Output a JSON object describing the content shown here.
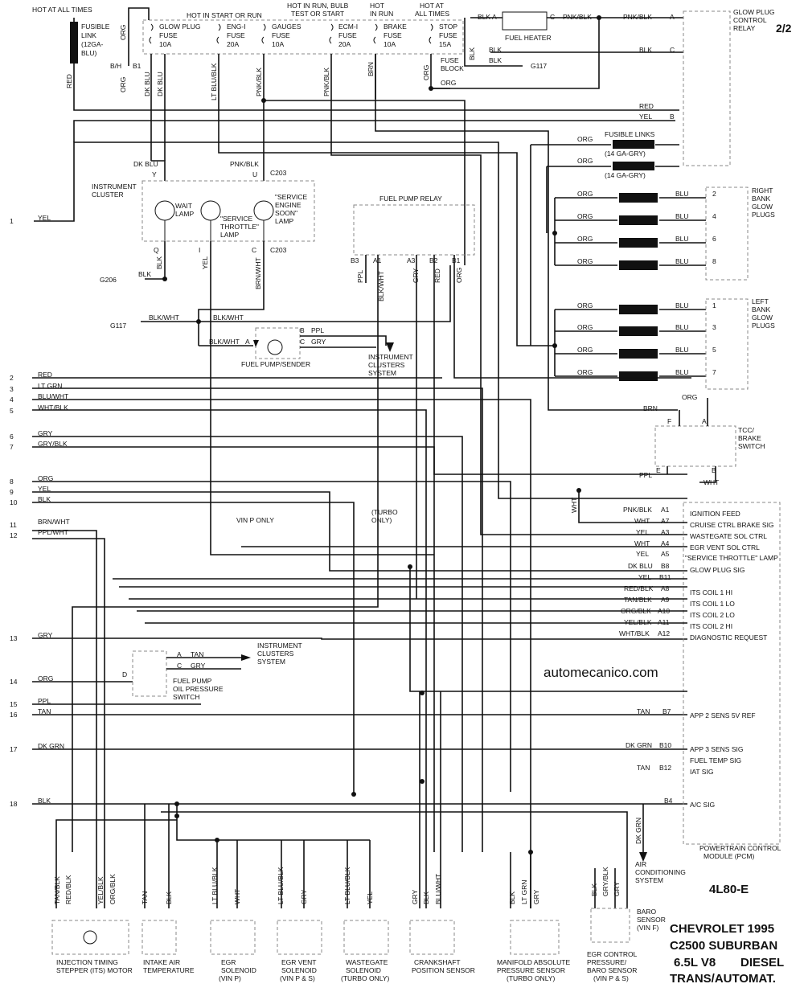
{
  "page_indicator": "2/2",
  "watermark": "automecanico.com",
  "top": {
    "hot_all_times": "HOT AT ALL TIMES",
    "hot_start_run": "HOT IN START OR RUN",
    "hot_run_bulb_1": "HOT IN RUN, BULB",
    "hot_run_bulb_2": "TEST OR START",
    "hot_in_run_1": "HOT",
    "hot_in_run_2": "IN RUN",
    "hot_all_times_2_1": "HOT AT",
    "hot_all_times_2_2": "ALL TIMES",
    "fuse_block_1": "FUSE",
    "fuse_block_2": "BLOCK"
  },
  "fuses": [
    {
      "name": "GLOW PLUG",
      "sub": "FUSE",
      "amp": "10A"
    },
    {
      "name": "ENG-I",
      "sub": "FUSE",
      "amp": "20A"
    },
    {
      "name": "GAUGES",
      "sub": "FUSE",
      "amp": "10A"
    },
    {
      "name": "ECM-I",
      "sub": "FUSE",
      "amp": "20A"
    },
    {
      "name": "BRAKE",
      "sub": "FUSE",
      "amp": "10A"
    },
    {
      "name": "STOP",
      "sub": "FUSE",
      "amp": "15A"
    }
  ],
  "fusible_link": {
    "l1": "FUSIBLE",
    "l2": "LINK",
    "l3": "(12GA-",
    "l4": "BLU)"
  },
  "wire_labels": {
    "org1": "ORG",
    "red": "RED",
    "org2": "ORG",
    "dkblu1": "DK BLU",
    "dkblu2": "DK BLU",
    "ltblublk": "LT BLU/BLK",
    "pnkblk1": "PNK/BLK",
    "pnkblk2": "PNK/BLK",
    "brn": "BRN",
    "org3": "ORG",
    "blk": "BLK",
    "bh": "B/H",
    "b1": "B1",
    "org4": "ORG",
    "blk_a": "BLK A",
    "c": "C",
    "pnkblk3": "PNK/BLK",
    "pnkblk4": "PNK/BLK",
    "a": "A",
    "fuel_heater": "FUEL HEATER",
    "blk2": "BLK",
    "blk3": "BLK",
    "g117": "G117",
    "blk4": "BLK",
    "c2": "C",
    "red2": "RED",
    "yel2": "YEL",
    "b": "B"
  },
  "glow_relay": {
    "l1": "GLOW PLUG",
    "l2": "CONTROL",
    "l3": "RELAY"
  },
  "fusible_links": {
    "label": "FUSIBLE LINKS",
    "org1": "ORG",
    "size1": "(14 GA-GRY)",
    "org2": "ORG",
    "size2": "(14 GA-GRY)"
  },
  "right_bank": {
    "org": "ORG",
    "blu": "BLU",
    "plugs": [
      "2",
      "4",
      "6",
      "8"
    ],
    "l1": "RIGHT",
    "l2": "BANK",
    "l3": "GLOW",
    "l4": "PLUGS"
  },
  "left_bank": {
    "org": "ORG",
    "blu": "BLU",
    "plugs": [
      "1",
      "3",
      "5",
      "7"
    ],
    "l1": "LEFT",
    "l2": "BANK",
    "l3": "GLOW",
    "l4": "PLUGS"
  },
  "cluster": {
    "l1": "INSTRUMENT",
    "l2": "CLUSTER",
    "dkblu": "DK BLU",
    "y": "Y",
    "pnkblk": "PNK/BLK",
    "u": "U",
    "c203": "C203",
    "wait1": "WAIT",
    "wait2": "LAMP",
    "st1": "\"SERVICE",
    "st2": "THROTTLE\"",
    "st3": "LAMP",
    "se1": "\"SERVICE",
    "se2": "ENGINE",
    "se3": "SOON\"",
    "se4": "LAMP",
    "q": "Q",
    "i": "I",
    "c": "C",
    "c203b": "C203",
    "blk": "BLK",
    "yel": "YEL",
    "brnwht": "BRN/WHT",
    "blk2": "BLK",
    "g206": "G206"
  },
  "fuel_pump": {
    "g117": "G117",
    "blkwht1": "BLK/WHT",
    "blkwht2": "BLK/WHT",
    "blkwht3": "BLK/WHT",
    "a": "A",
    "b": "B",
    "ppl": "PPL",
    "c": "C",
    "gry": "GRY",
    "label": "FUEL PUMP/SENDER",
    "ics1": "INSTRUMENT",
    "ics2": "CLUSTERS",
    "ics3": "SYSTEM"
  },
  "relay": {
    "title": "FUEL PUMP RELAY",
    "pins": [
      "B3",
      "A1",
      "A3",
      "B2",
      "B1"
    ],
    "wires": [
      "PPL",
      "BLK/WHT",
      "GRY",
      "RED",
      "ORG"
    ]
  },
  "circuits": [
    {
      "num": "1",
      "wire": "YEL"
    },
    {
      "num": "2",
      "wire": "RED"
    },
    {
      "num": "3",
      "wire": "LT GRN"
    },
    {
      "num": "4",
      "wire": "BLU/WHT"
    },
    {
      "num": "5",
      "wire": "WHT/BLK"
    },
    {
      "num": "6",
      "wire": "GRY"
    },
    {
      "num": "7",
      "wire": "GRY/BLK"
    },
    {
      "num": "8",
      "wire": "ORG"
    },
    {
      "num": "9",
      "wire": "YEL"
    },
    {
      "num": "10",
      "wire": "BLK"
    },
    {
      "num": "11",
      "wire": "BRN/WHT"
    },
    {
      "num": "12",
      "wire": "PPL/WHT"
    },
    {
      "num": "13",
      "wire": "GRY"
    },
    {
      "num": "14",
      "wire": "ORG"
    },
    {
      "num": "15",
      "wire": "PPL"
    },
    {
      "num": "16",
      "wire": "TAN"
    },
    {
      "num": "17",
      "wire": "DK GRN"
    },
    {
      "num": "18",
      "wire": "BLK"
    }
  ],
  "right_mid": {
    "org": "ORG",
    "brn": "BRN",
    "f": "F",
    "a": "A",
    "tcc1": "TCC/",
    "tcc2": "BRAKE",
    "tcc3": "SWITCH",
    "e": "E",
    "b": "B",
    "ppl": "PPL",
    "wht": "WHT",
    "wht2": "WHT"
  },
  "mid": {
    "vinp": "VIN P ONLY",
    "turbo1": "(TURBO",
    "turbo2": "ONLY)"
  },
  "oil": {
    "d": "D",
    "a": "A",
    "tan": "TAN",
    "c": "C",
    "gry": "GRY",
    "ics1": "INSTRUMENT",
    "ics2": "CLUSTERS",
    "ics3": "SYSTEM",
    "l1": "FUEL PUMP",
    "l2": "OIL PRESSURE",
    "l3": "SWITCH"
  },
  "pcm": [
    {
      "wire": "PNK/BLK",
      "pin": "A1",
      "desc": "IGNITION FEED"
    },
    {
      "wire": "WHT",
      "pin": "A7",
      "desc": "CRUISE CTRL BRAKE SIG"
    },
    {
      "wire": "YEL",
      "pin": "A3",
      "desc": "WASTEGATE SOL CTRL"
    },
    {
      "wire": "WHT",
      "pin": "A4",
      "desc": "EGR VENT SOL CTRL"
    },
    {
      "wire": "YEL",
      "pin": "A5",
      "desc": "\"SERVICE THROTTLE\" LAMP"
    },
    {
      "wire": "DK BLU",
      "pin": "B8",
      "desc": "GLOW PLUG SIG"
    },
    {
      "wire": "YEL",
      "pin": "B11",
      "desc": ""
    },
    {
      "wire": "RED/BLK",
      "pin": "A8",
      "desc": "ITS COIL 1 HI"
    },
    {
      "wire": "TAN/BLK",
      "pin": "A9",
      "desc": "ITS COIL 1 LO"
    },
    {
      "wire": "ORG/BLK",
      "pin": "A10",
      "desc": "ITS COIL 2 LO"
    },
    {
      "wire": "YEL/BLK",
      "pin": "A11",
      "desc": "ITS COIL 2 HI"
    },
    {
      "wire": "WHT/BLK",
      "pin": "A12",
      "desc": "DIAGNOSTIC REQUEST"
    },
    {
      "wire": "TAN",
      "pin": "B7",
      "desc": "APP 2 SENS 5V REF"
    },
    {
      "wire": "DK GRN",
      "pin": "B10",
      "desc": "APP 3 SENS SIG"
    },
    {
      "wire": "TAN",
      "pin": "B12",
      "desc": "IAT SIG"
    },
    {
      "wire": "",
      "pin": "B4",
      "desc": "A/C SIG"
    }
  ],
  "pcm_extra": {
    "fuel_temp": "FUEL TEMP SIG",
    "name1": "POWERTRAIN CONTROL",
    "name2": "MODULE (PCM)",
    "dkgrn": "DK GRN",
    "ac1": "AIR",
    "ac2": "CONDITIONING",
    "ac3": "SYSTEM"
  },
  "components": [
    {
      "l1": "INJECTION TIMING",
      "l2": "STEPPER (ITS) MOTOR"
    },
    {
      "l1": "INTAKE AIR",
      "l2": "TEMPERATURE"
    },
    {
      "l1": "EGR",
      "l2": "SOLENOID",
      "l3": "(VIN P)"
    },
    {
      "l1": "EGR VENT",
      "l2": "SOLENOID",
      "l3": "(VIN P & S)"
    },
    {
      "l1": "WASTEGATE",
      "l2": "SOLENOID",
      "l3": "(TURBO ONLY)"
    },
    {
      "l1": "CRANKSHAFT",
      "l2": "POSITION SENSOR"
    },
    {
      "l1": "MANIFOLD ABSOLUTE",
      "l2": "PRESSURE SENSOR",
      "l3": "(TURBO ONLY)"
    },
    {
      "l1": "EGR CONTROL",
      "l2": "PRESSURE/",
      "l3": "BARO SENSOR",
      "l4": "(VIN P & S)"
    },
    {
      "l1": "BARO",
      "l2": "SENSOR",
      "l3": "(VIN F)"
    }
  ],
  "bottom_wires": [
    "TAN/BLK",
    "RED/BLK",
    "YEL/BLK",
    "ORG/BLK",
    "TAN",
    "BLK",
    "LT BLU/BLK",
    "WHT",
    "LT BLU/BLK",
    "GRY",
    "LT BLU/BLK",
    "YEL",
    "GRY",
    "BLK",
    "BLU/WHT",
    "BLK",
    "LT GRN",
    "GRY",
    "BLK",
    "GRY/BLK",
    "GRY"
  ],
  "title": {
    "code": "4L80-E",
    "l1": "CHEVROLET 1995",
    "l2": "C2500 SUBURBAN",
    "l3a": "6.5L V8",
    "l3b": "DIESEL",
    "l4": "TRANS/AUTOMAT."
  }
}
